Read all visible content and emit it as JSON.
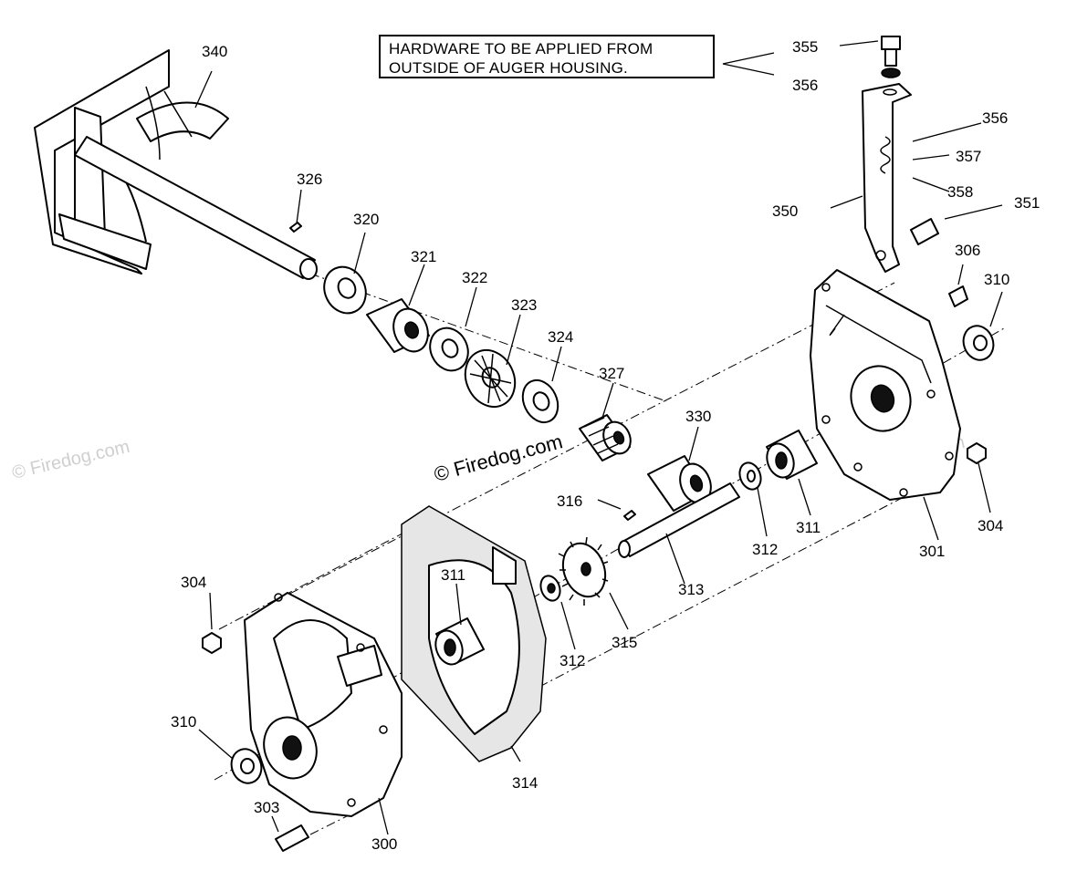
{
  "note": {
    "line1": "HARDWARE TO BE APPLIED FROM",
    "line2": "OUTSIDE OF AUGER HOUSING."
  },
  "watermark": {
    "main": "© Firedog.com",
    "faint": "© Firedog.com"
  },
  "labels": {
    "p340": "340",
    "p326": "326",
    "p320": "320",
    "p321": "321",
    "p322": "322",
    "p323": "323",
    "p324": "324",
    "p327": "327",
    "p330": "330",
    "p316": "316",
    "p313": "313",
    "p315": "315",
    "p312a": "312",
    "p311a": "311",
    "p312b": "312",
    "p311b": "311",
    "p301": "301",
    "p304a": "304",
    "p304b": "304",
    "p306": "306",
    "p310a": "310",
    "p310b": "310",
    "p351": "351",
    "p350": "350",
    "p355": "355",
    "p356a": "356",
    "p356b": "356",
    "p357": "357",
    "p358": "358",
    "p314": "314",
    "p300": "300",
    "p303": "303"
  }
}
